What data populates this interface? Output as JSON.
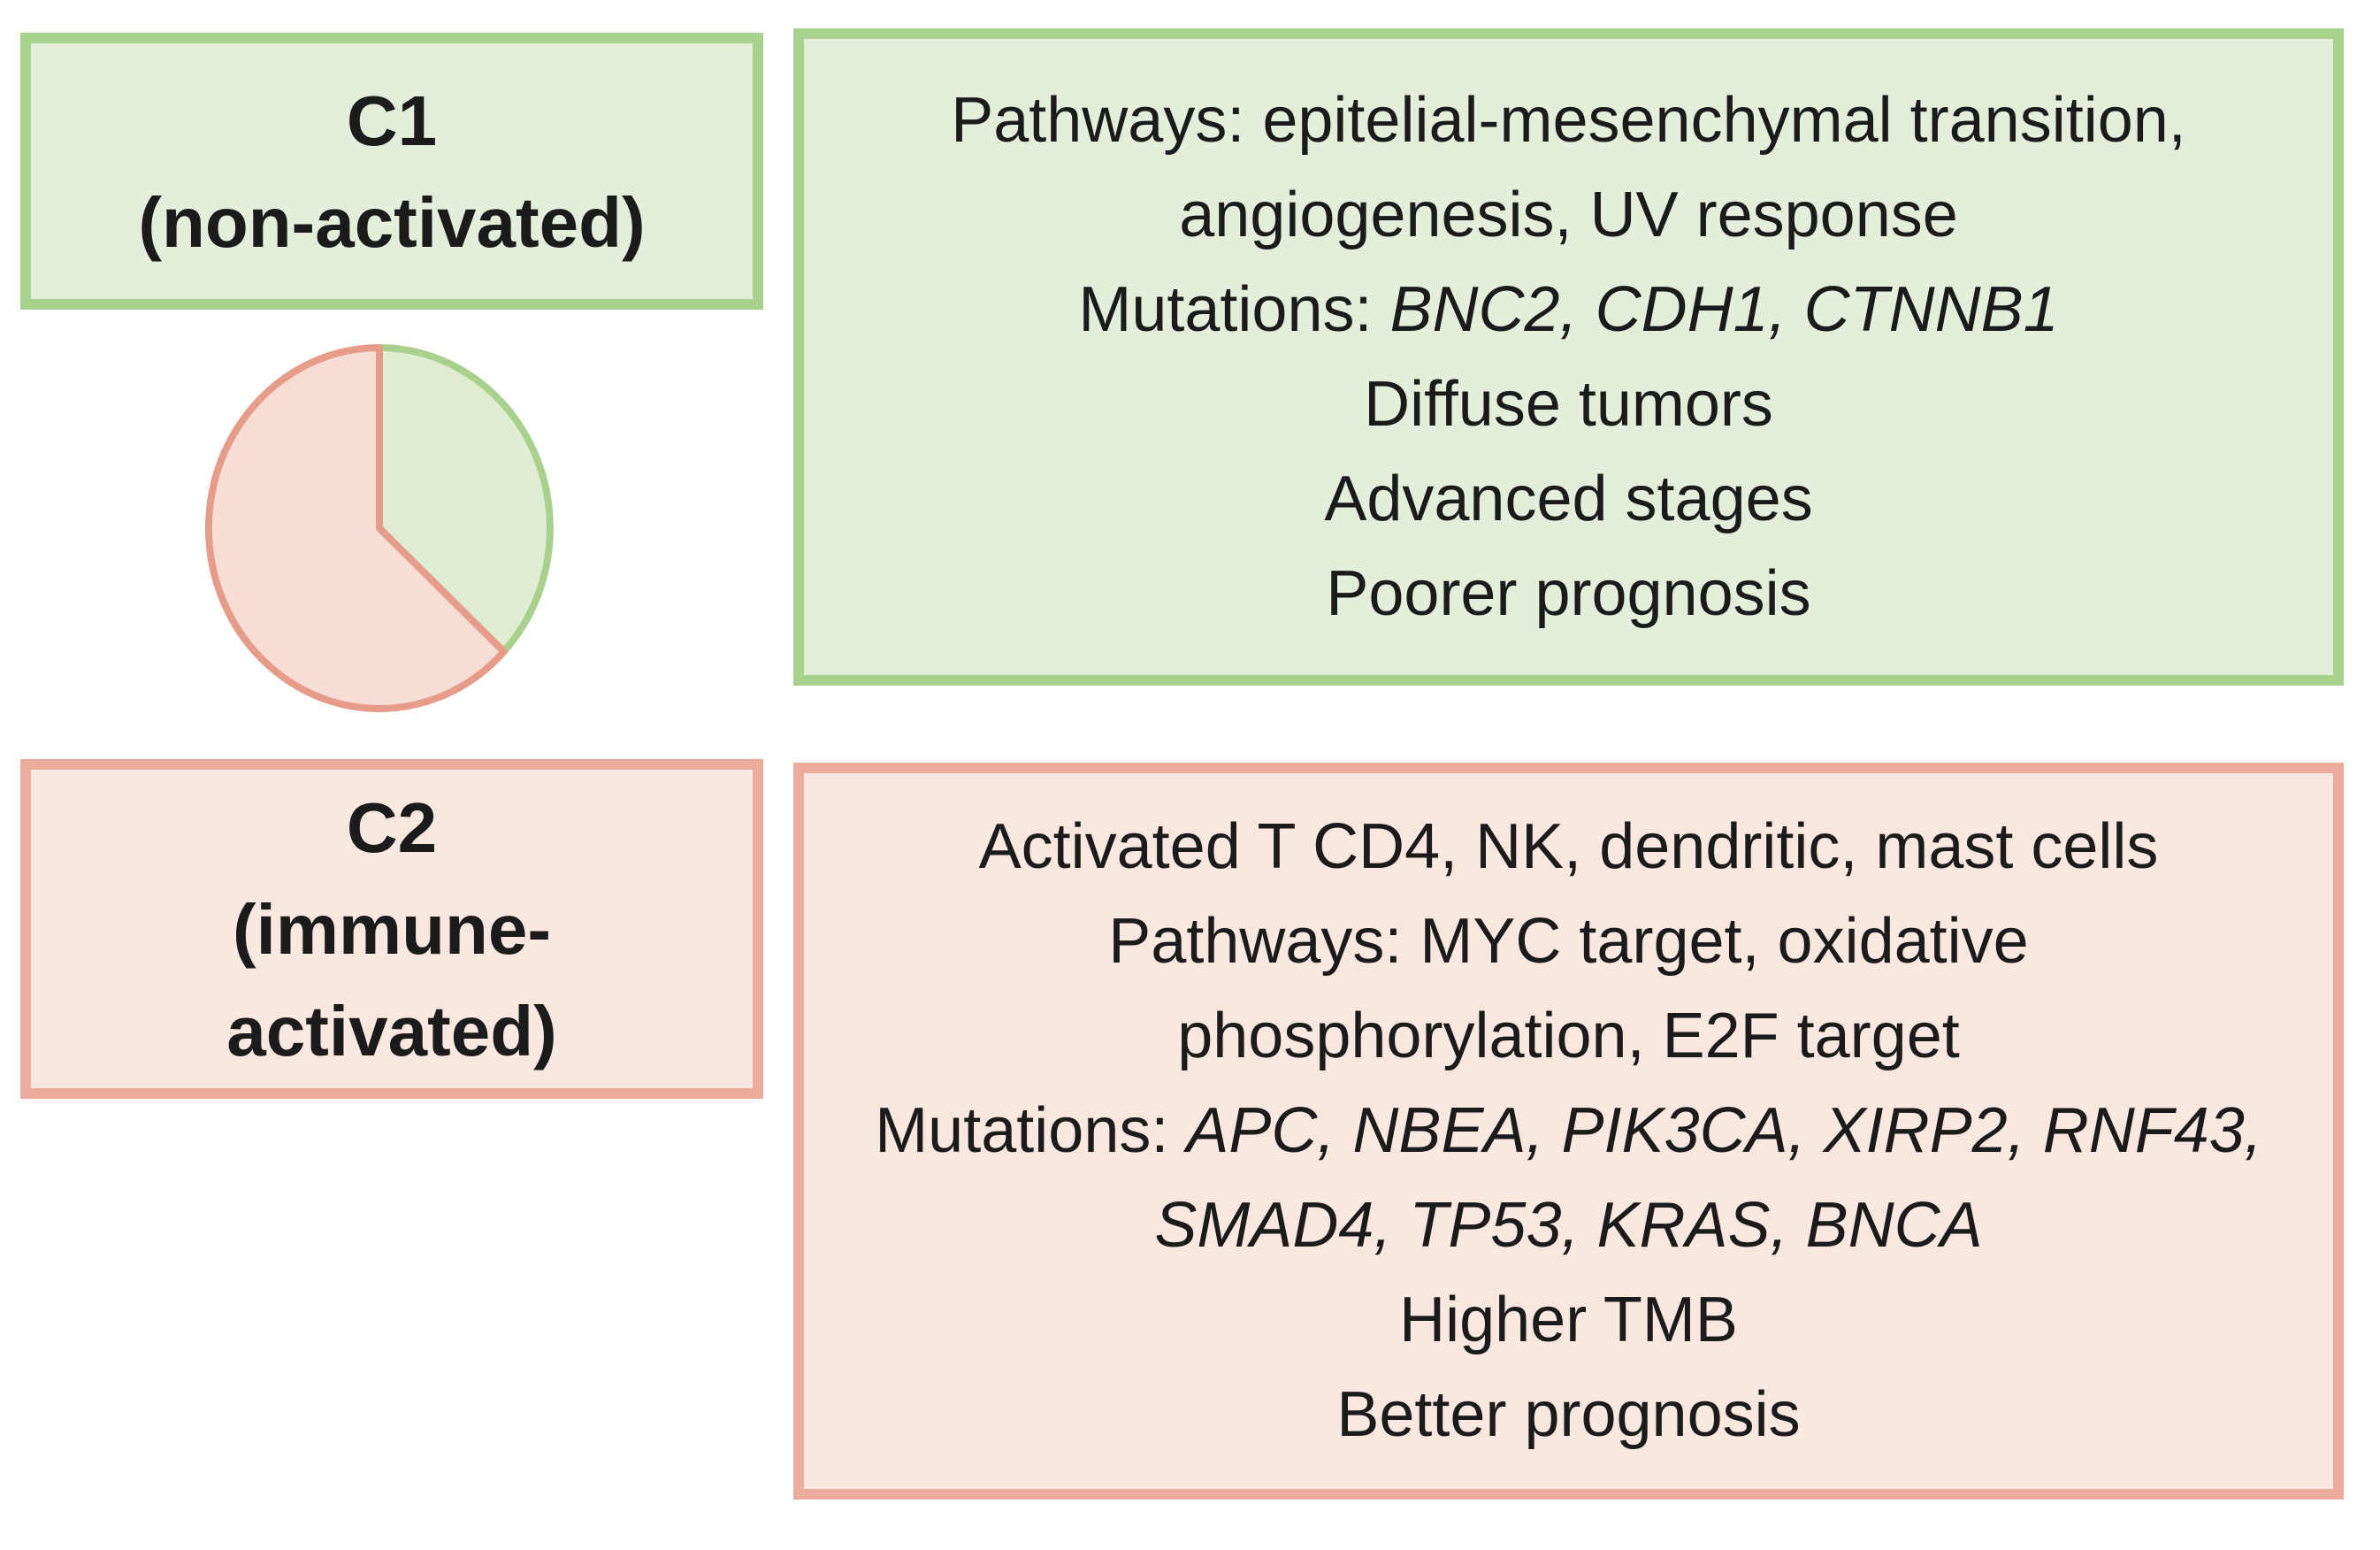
{
  "palette": {
    "background": "#FFFFFF",
    "text": "#1B1B1B",
    "green_border": "#A9D18E",
    "green_fill": "#E3EFDA",
    "pink_border": "#EBAC9B",
    "pink_fill": "#FAE7DF",
    "pie_green_fill": "#DFEDD3",
    "pie_green_stroke": "#A9D18E",
    "pie_pink_fill": "#F8DDD6",
    "pie_pink_stroke": "#E79C8A"
  },
  "c1_box": {
    "title": "C1",
    "subtitle": "(non-activated)"
  },
  "c1_details": {
    "lines": [
      [
        {
          "text": "Pathways: epitelial-mesenchymal transition,"
        }
      ],
      [
        {
          "text": "angiogenesis, UV response"
        }
      ],
      [
        {
          "text": "Mutations: "
        },
        {
          "text": "BNC2, CDH1, CTNNB1",
          "italic": true
        }
      ],
      [
        {
          "text": "Diffuse tumors"
        }
      ],
      [
        {
          "text": "Advanced stages"
        }
      ],
      [
        {
          "text": "Poorer prognosis"
        }
      ]
    ]
  },
  "c2_box": {
    "title": "C2",
    "subtitle_lines": [
      "(immune-",
      "activated)"
    ]
  },
  "c2_details": {
    "lines": [
      [
        {
          "text": "Activated T CD4, NK, dendritic, mast cells"
        }
      ],
      [
        {
          "text": "Pathways: MYC target, oxidative"
        }
      ],
      [
        {
          "text": "phosphorylation, E2F target"
        }
      ],
      [
        {
          "text": "Mutations: "
        },
        {
          "text": "APC, NBEA, PIK3CA, XIRP2, RNF43,",
          "italic": true
        }
      ],
      [
        {
          "text": "SMAD4, TP53, KRAS, BNCA",
          "italic": true
        }
      ],
      [
        {
          "text": "Higher TMB"
        }
      ],
      [
        {
          "text": "Better prognosis"
        }
      ]
    ]
  },
  "chart_data": {
    "type": "pie",
    "title": "",
    "labels_shown": false,
    "start_angle_deg": 0,
    "direction": "clockwise",
    "series": [
      {
        "name": "C1 (non-activated)",
        "value_pct": 37,
        "fill": "#DFEDD3",
        "stroke": "#A9D18E"
      },
      {
        "name": "C2 (immune-activated)",
        "value_pct": 63,
        "fill": "#F8DDD6",
        "stroke": "#E79C8A"
      }
    ]
  }
}
